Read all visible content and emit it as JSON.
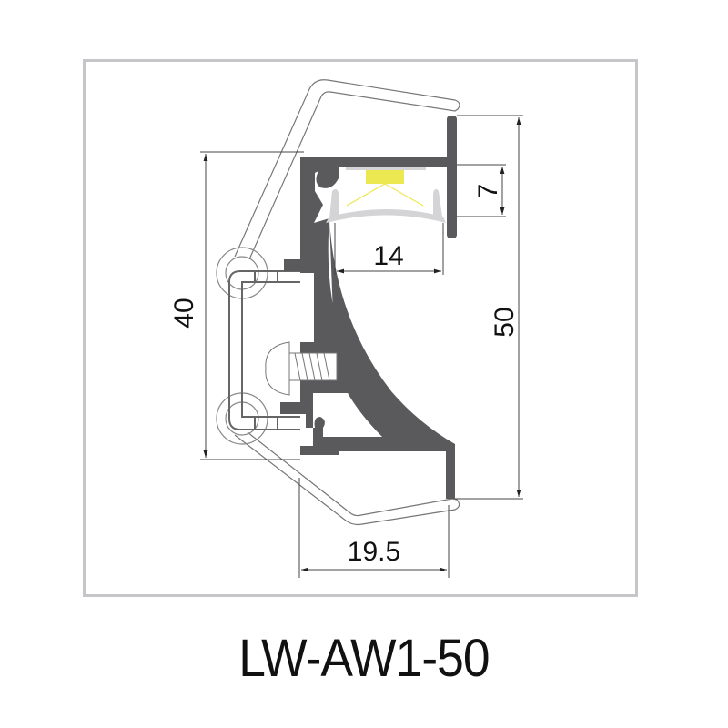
{
  "product": {
    "model": "LW-AW1-50"
  },
  "dimensions": {
    "total_height": "50",
    "mount_height": "40",
    "top_depth": "7",
    "channel_width": "14",
    "bottom_depth": "19.5"
  },
  "colors": {
    "profile": "#5a5a5c",
    "diffuser": "#d4d4d6",
    "led": "#ece852",
    "frame": "#c6c6c8",
    "lines": "#555555"
  },
  "components": [
    "aluminium-profile",
    "diffuser",
    "led-strip",
    "mounting-bracket",
    "screw",
    "spring-clip"
  ]
}
